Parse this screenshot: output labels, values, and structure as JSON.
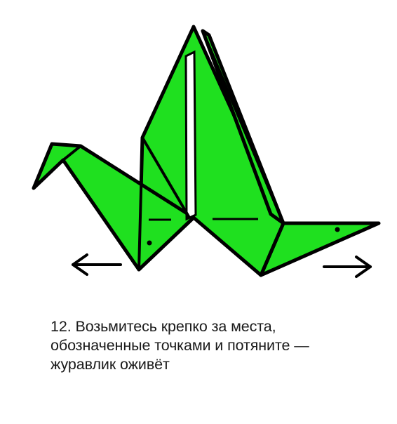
{
  "diagram": {
    "fill_color": "#1fe01f",
    "outline_color": "#000000",
    "crease_color": "#ffffff",
    "left_arrow_icon": "arrow-left-icon",
    "right_arrow_icon": "arrow-right-icon"
  },
  "caption": {
    "line1": "12. Возьмитесь крепко за места,",
    "line2": "обозначенные точками и потяните —",
    "line3": "журавлик оживёт"
  }
}
